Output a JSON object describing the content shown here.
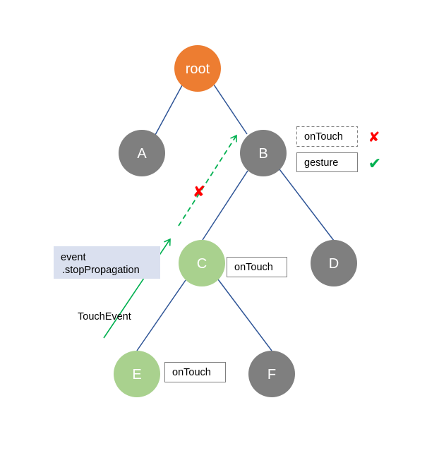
{
  "colors": {
    "root_node": "#ED7D31",
    "default_node": "#7F7F7F",
    "handler_node": "#A9D18E",
    "edge": "#2F5597",
    "event_arrow": "#00B050",
    "blocked_mark": "#FF0000",
    "allowed_mark": "#00B050",
    "note_fill": "#DAE0EF"
  },
  "nodes": {
    "root": "root",
    "a": "A",
    "b": "B",
    "c": "C",
    "d": "D",
    "e": "E",
    "f": "F"
  },
  "handlers": {
    "b_ontouch": "onTouch",
    "b_gesture": "gesture",
    "c_ontouch": "onTouch",
    "e_ontouch": "onTouch"
  },
  "marks": {
    "blocked": "✘",
    "allowed": "✔",
    "propagation_blocked": "✘"
  },
  "annotations": {
    "stop_line1": "event",
    "stop_line2": ".stopPropagation",
    "touch_event": "TouchEvent"
  }
}
